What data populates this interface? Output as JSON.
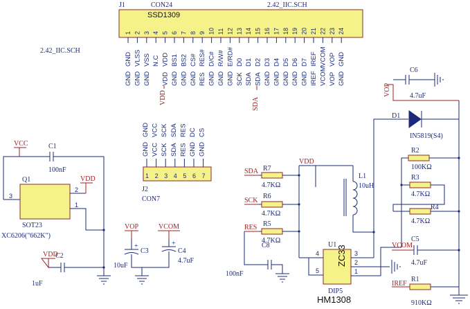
{
  "j1": {
    "ref": "J1",
    "part": "CON24",
    "chip": "SSD1309",
    "sheet": "2.42_IIC.SCH",
    "pins": [
      "1",
      "2",
      "3",
      "4",
      "5",
      "6",
      "7",
      "8",
      "9",
      "10",
      "11",
      "12",
      "13",
      "14",
      "15",
      "16",
      "17",
      "18",
      "19",
      "20",
      "21",
      "22",
      "23",
      "24"
    ],
    "nets": [
      "GND",
      "VLSS",
      "VSS",
      "N.C",
      "VDD",
      "BS1",
      "BS2",
      "CS#",
      "RES#",
      "D/C#",
      "R/W#",
      "E/RD#",
      "D0",
      "D1",
      "D2",
      "D3",
      "D4",
      "D5",
      "D6",
      "D7",
      "IREF",
      "VCOM",
      "VOP",
      "GND"
    ],
    "wires": [
      "GND",
      "GND",
      "GND",
      "",
      "VDD",
      "GND",
      "GND",
      "GND",
      "RES",
      "GND",
      "GND",
      "GND",
      "SCK",
      "SDA",
      "SDA",
      "GND",
      "GND",
      "GND",
      "GND",
      "GND",
      "IREF",
      "VCOM",
      "VOP",
      "GND"
    ],
    "vdd_label": "VDD",
    "sda_label": "SDA"
  },
  "sheet_note": "2.42_IIC.SCH",
  "j2": {
    "ref": "J2",
    "part": "CON7",
    "pins": [
      "1",
      "2",
      "3",
      "4",
      "5",
      "6",
      "7"
    ],
    "top": [
      "GND",
      "VCC",
      "SCK",
      "SDA",
      "RES",
      "DC",
      "CS"
    ],
    "bottom": [
      "GND",
      "VCC",
      "SCK",
      "SDA",
      "RES",
      "GND",
      "GND"
    ]
  },
  "reg": {
    "vcc": "VCC",
    "c1_ref": "C1",
    "c1_val": "100nF",
    "q1_ref": "Q1",
    "pkg": "SOT23",
    "part": "XC6206(\"662K\")",
    "pin3": "3",
    "pin2": "2",
    "pin1": "1",
    "vdd": "VDD",
    "vdd2": "VDD",
    "c2_ref": "C2",
    "c2_val": "1uF"
  },
  "caps": {
    "vop": "VOP",
    "c3_ref": "C3",
    "c3_val": "10uF",
    "vcom": "VCOM",
    "c4_ref": "C4",
    "c4_val": "4.7uF",
    "plus": "+"
  },
  "right": {
    "vdd": "VDD",
    "sda": "SDA",
    "r7_ref": "R7",
    "r7_val": "4.7KΩ",
    "sck": "SCK",
    "r6_ref": "R6",
    "r6_val": "4.7KΩ",
    "res": "RES",
    "r5_ref": "R5",
    "r5_val": "4.7KΩ",
    "c8_ref": "C8",
    "c8_val": "100nF",
    "l1_ref": "L1",
    "l1_val": "10uH",
    "u1_ref": "U1",
    "u1_chip": "ZC33",
    "u1_pkg": "DIP5",
    "u1_part": "HM1308",
    "u1_pins": [
      "4",
      "5",
      "3",
      "2",
      "1"
    ],
    "d1_ref": "D1",
    "d1_val": "IN5819(S4)",
    "vop": "VOP",
    "c6_ref": "C6",
    "c6_val": "4.7uF",
    "r2_ref": "R2",
    "r2_val": "100KΩ",
    "r3_ref": "R3",
    "r3_val": "4.7KΩ",
    "r4_ref": "R4",
    "r4_val": "4.7KΩ",
    "vcom": "VCOM",
    "c5_ref": "C5",
    "c5_val": "4.7uF",
    "iref": "IREF",
    "r1_ref": "R1",
    "r1_val": "910KΩ"
  }
}
